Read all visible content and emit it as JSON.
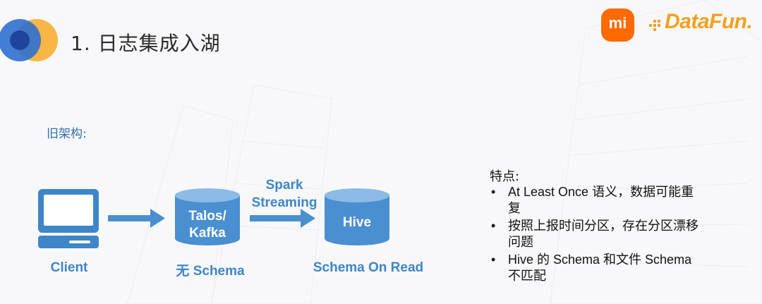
{
  "header": {
    "title": "1. 日志集成入湖",
    "brand_logo_text": "mi",
    "datafun_text": "DataFun."
  },
  "section": {
    "label": "旧架构:"
  },
  "diagram": {
    "nodes": [
      {
        "id": "client",
        "caption": "Client",
        "inner": ""
      },
      {
        "id": "talos",
        "caption": "无 Schema",
        "inner_lines": [
          "Talos/",
          "Kafka"
        ]
      },
      {
        "id": "hive",
        "caption": "Schema On Read",
        "inner_lines": [
          "Hive"
        ]
      }
    ],
    "edge_label_lines": [
      "Spark",
      "Streaming"
    ]
  },
  "features": {
    "heading": "特点:",
    "items": [
      "At Least Once 语义，数据可能重复",
      "按照上报时间分区，存在分区漂移问题",
      "Hive 的 Schema 和文件 Schema 不匹配"
    ]
  },
  "colors": {
    "accent_blue": "#3e86c8",
    "cylinder_fill": "#4a8fd0",
    "cylinder_top": "#8bbbe6",
    "brand_orange": "#ff6a00",
    "datafun_orange": "#f2a120"
  }
}
